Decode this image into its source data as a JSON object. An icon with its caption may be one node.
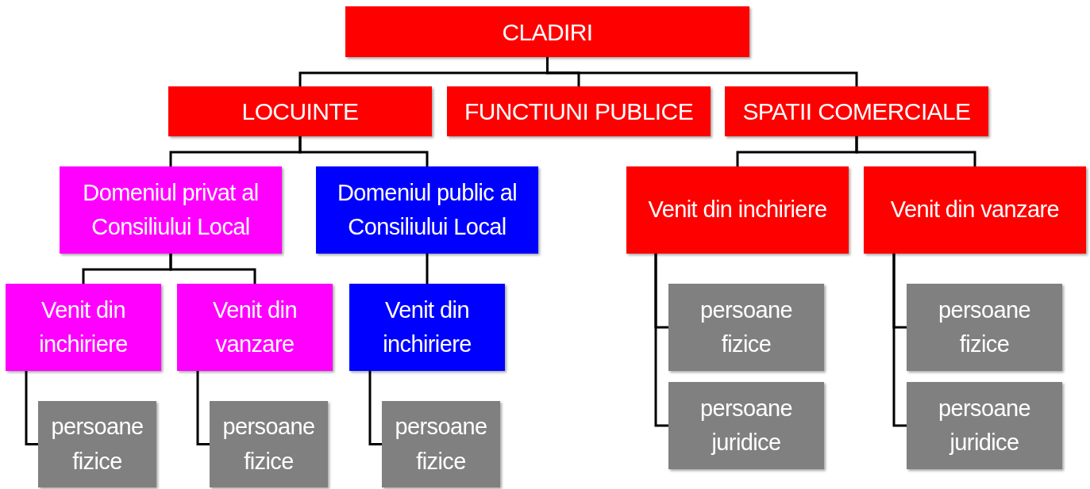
{
  "diagram": {
    "nodes": [
      {
        "text": [
          "CLADIRI"
        ]
      },
      {
        "text": [
          "LOCUINTE"
        ]
      },
      {
        "text": [
          "FUNCTIUNI PUBLICE"
        ]
      },
      {
        "text": [
          "SPATII COMERCIALE"
        ]
      },
      {
        "text": [
          "Domeniul privat al Consiliului Local"
        ]
      },
      {
        "text": [
          "Domeniul public al Consiliului Local"
        ]
      },
      {
        "text": [
          "Venit din inchiriere"
        ]
      },
      {
        "text": [
          "Venit din vanzare"
        ]
      },
      {
        "text": [
          "Venit din inchiriere"
        ]
      },
      {
        "text": [
          "Venit din vanzare"
        ]
      },
      {
        "text": [
          "Venit din inchiriere"
        ]
      },
      {
        "text": [
          "persoane fizice"
        ]
      },
      {
        "text": [
          "persoane fizice"
        ]
      },
      {
        "text": [
          "persoane juridice"
        ]
      },
      {
        "text": [
          "persoane juridice"
        ]
      },
      {
        "text": [
          "persoane fizice"
        ]
      },
      {
        "text": [
          "persoane fizice"
        ]
      },
      {
        "text": [
          "persoane fizice"
        ]
      }
    ],
    "edges": [
      {
        "from": 0,
        "to": 1,
        "arrow": "none"
      },
      {
        "from": 0,
        "to": 2,
        "arrow": "none"
      },
      {
        "from": 0,
        "to": 3,
        "arrow": "none"
      },
      {
        "from": 1,
        "to": 4,
        "arrow": "none"
      },
      {
        "from": 1,
        "to": 5,
        "arrow": "none"
      },
      {
        "from": 3,
        "to": 6,
        "arrow": "none"
      },
      {
        "from": 3,
        "to": 7,
        "arrow": "none"
      },
      {
        "from": 4,
        "to": 8,
        "arrow": "none"
      },
      {
        "from": 4,
        "to": 9,
        "arrow": "none"
      },
      {
        "from": 5,
        "to": 10,
        "arrow": "none"
      },
      {
        "from": 6,
        "to": 11,
        "arrow": "none"
      },
      {
        "from": 6,
        "to": 13,
        "arrow": "none"
      },
      {
        "from": 7,
        "to": 12,
        "arrow": "none"
      },
      {
        "from": 7,
        "to": 14,
        "arrow": "none"
      },
      {
        "from": 8,
        "to": 15,
        "arrow": "none"
      },
      {
        "from": 9,
        "to": 16,
        "arrow": "none"
      },
      {
        "from": 10,
        "to": 17,
        "arrow": "none"
      }
    ]
  }
}
